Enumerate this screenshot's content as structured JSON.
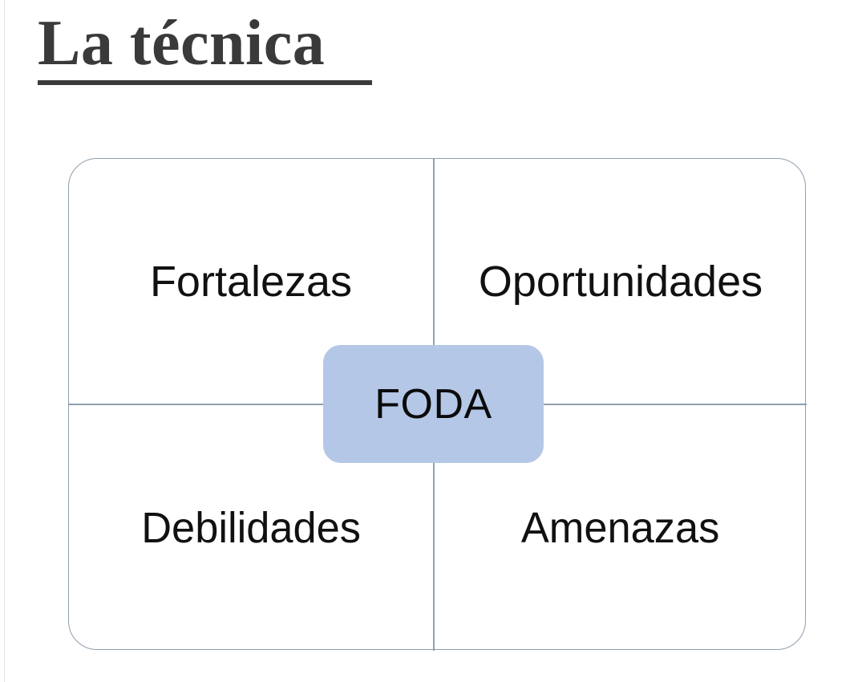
{
  "slide": {
    "title": "La técnica",
    "background_color": "#ffffff",
    "title_color": "#3a3a3a"
  },
  "diagram": {
    "name": "swot-matrix",
    "type": "2x2-matrix",
    "border_color": "#8f9fae",
    "divider_color": "#8f9fae",
    "center": {
      "label": "FODA",
      "fill_color": "#b4c7e7",
      "text_color": "#0b0b0b"
    },
    "quadrants": [
      {
        "key": "fortalezas",
        "label": "Fortalezas",
        "position": "top-left"
      },
      {
        "key": "oportunidades",
        "label": "Oportunidades",
        "position": "top-right"
      },
      {
        "key": "debilidades",
        "label": "Debilidades",
        "position": "bottom-left"
      },
      {
        "key": "amenazas",
        "label": "Amenazas",
        "position": "bottom-right"
      }
    ]
  }
}
